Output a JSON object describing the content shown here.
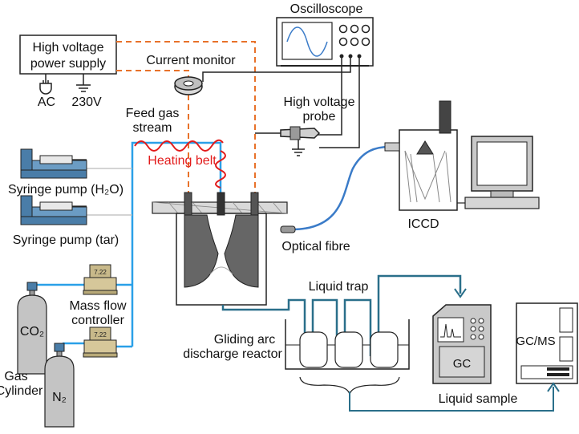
{
  "labels": {
    "hv_supply_line1": "High voltage",
    "hv_supply_line2": "power supply",
    "ac": "AC",
    "v230": "230V",
    "oscilloscope": "Oscilloscope",
    "current_monitor": "Current monitor",
    "hv_probe_line1": "High voltage",
    "hv_probe_line2": "probe",
    "feed_gas_line1": "Feed gas",
    "feed_gas_line2": "stream",
    "heating_belt": "Heating belt",
    "syringe_h2o": "Syringe pump (H₂O)",
    "syringe_tar": "Syringe pump (tar)",
    "mfc_line1": "Mass flow",
    "mfc_line2": "controller",
    "co2": "CO₂",
    "n2": "N₂",
    "gas_line1": "Gas",
    "gas_line2": "Cylinder",
    "reactor_line1": "Gliding arc",
    "reactor_line2": "discharge reactor",
    "optical_fibre": "Optical fibre",
    "iccd": "ICCD",
    "liquid_trap": "Liquid trap",
    "gc": "GC",
    "gcms": "GC/MS",
    "liquid_sample": "Liquid sample",
    "mfc_display": "7.22"
  },
  "colors": {
    "gas_line": "#2aa0e8",
    "signal_dash": "#e8722a",
    "heating": "#e21b1b",
    "fibre": "#3a7bc8",
    "liquid": "#2a6f8a",
    "equipment_gray": "#cfcfcf",
    "syringe_blue": "#4a7da8"
  }
}
